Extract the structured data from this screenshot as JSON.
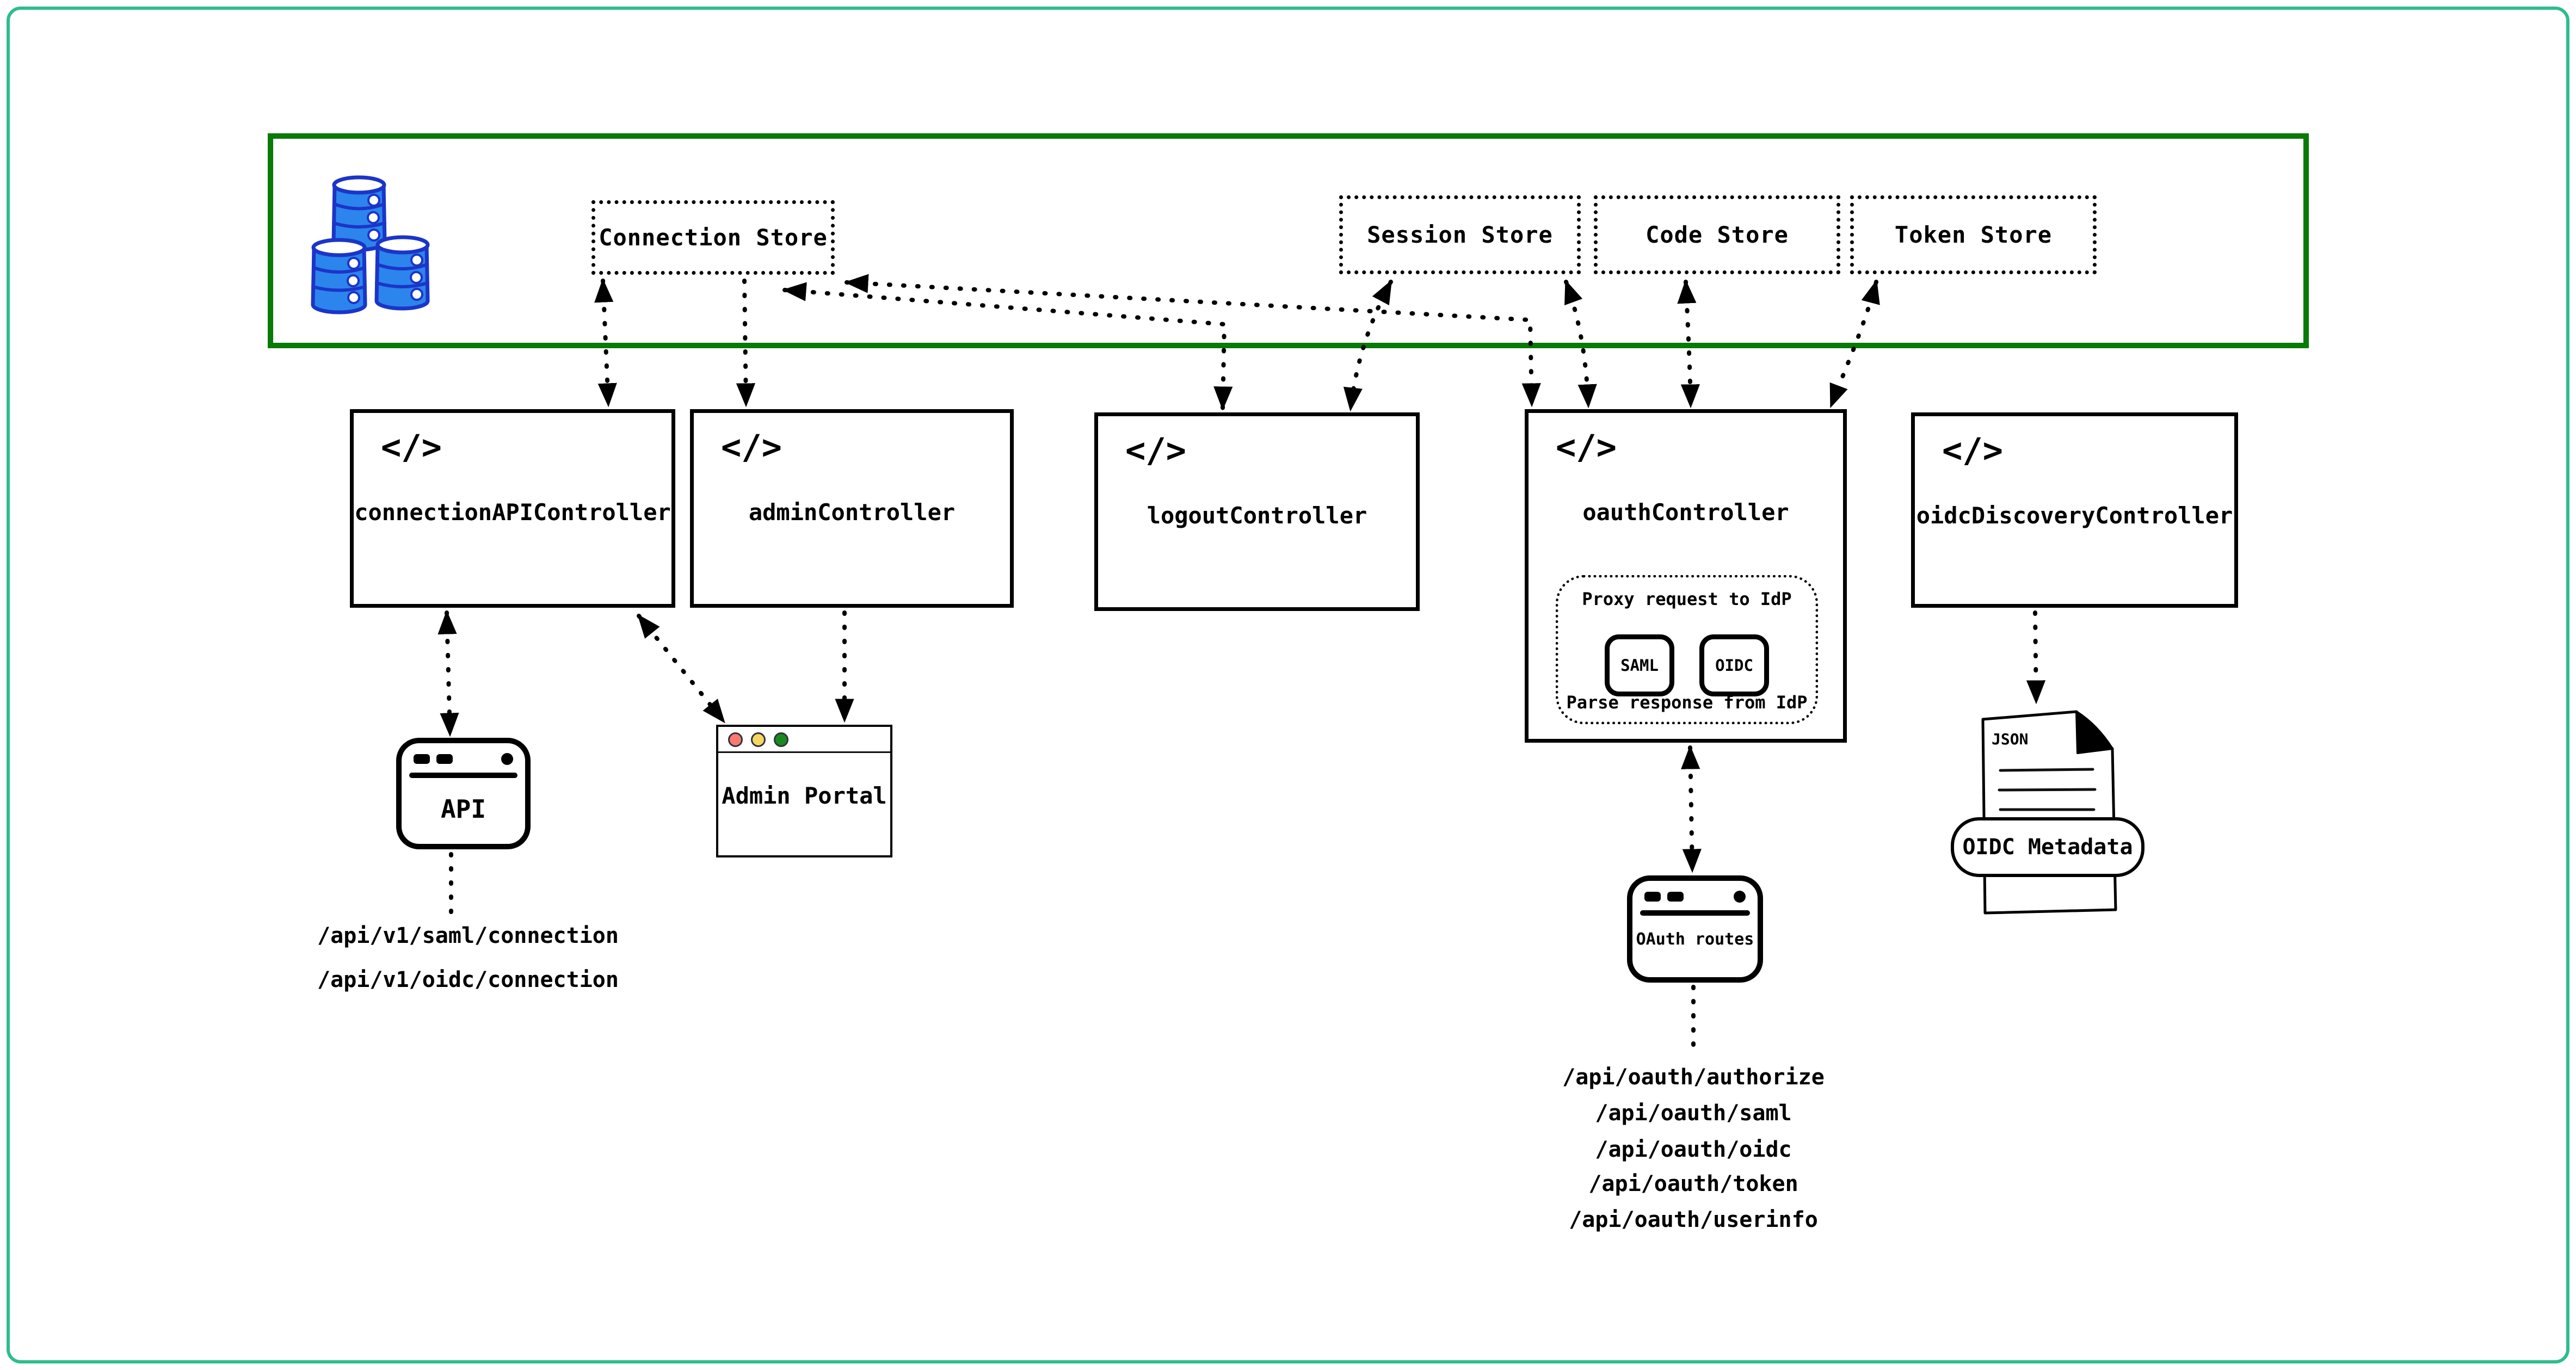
{
  "diagram": {
    "stores": [
      {
        "label": "Connection Store"
      },
      {
        "label": "Session Store"
      },
      {
        "label": "Code Store"
      },
      {
        "label": "Token Store"
      }
    ],
    "controllers": [
      {
        "label": "connectionAPIController"
      },
      {
        "label": "adminController"
      },
      {
        "label": "logoutController"
      },
      {
        "label": "oauthController",
        "proxy": {
          "title": "Proxy request to IdP",
          "protocols": [
            "SAML",
            "OIDC"
          ],
          "footer": "Parse response from IdP"
        }
      },
      {
        "label": "oidcDiscoveryController"
      }
    ],
    "icons": {
      "code": "</>"
    },
    "clients": {
      "api_window": {
        "label": "API"
      },
      "admin_portal": {
        "label": "Admin Portal"
      },
      "oauth_routes_window": {
        "label": "OAuth routes"
      },
      "json_document": {
        "file_type": "JSON",
        "label": "OIDC Metadata"
      }
    },
    "routes": {
      "connection_api": [
        "/api/v1/saml/connection",
        "/api/v1/oidc/connection"
      ],
      "oauth": [
        "/api/oauth/authorize",
        "/api/oauth/saml",
        "/api/oauth/oidc",
        "/api/oauth/token",
        "/api/oauth/userinfo"
      ]
    },
    "colors": {
      "outer_border": "#2fbc8e",
      "store_zone_border": "#077a07",
      "database_fill": "#2b85ed",
      "database_stroke": "#1b35c8",
      "traffic_red": "#fa7a70",
      "traffic_yellow": "#f7d661",
      "traffic_green": "#1a8a1e"
    }
  }
}
